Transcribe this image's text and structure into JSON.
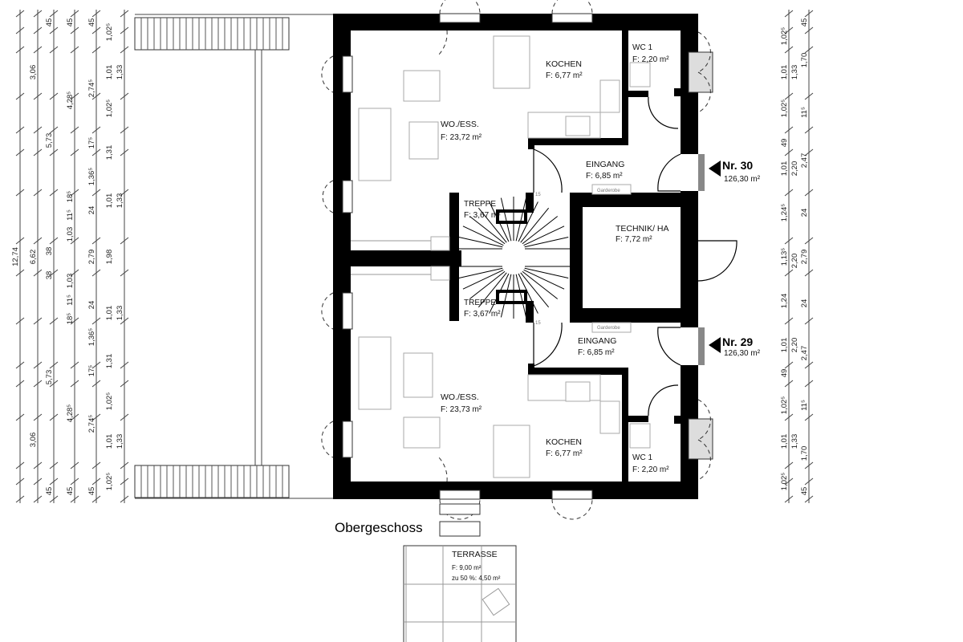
{
  "plan": {
    "floor_title": "Obergeschoss",
    "units": [
      {
        "number": "Nr. 30",
        "area": "126,30 m²"
      },
      {
        "number": "Nr. 29",
        "area": "126,30 m²"
      }
    ],
    "rooms_upper": {
      "kochen": {
        "name": "KOCHEN",
        "area": "F: 6,77 m²"
      },
      "wc": {
        "name": "WC 1",
        "area": "F: 2,20 m²"
      },
      "wohnen": {
        "name": "WO./ESS.",
        "area": "F: 23,72 m²"
      },
      "eingang": {
        "name": "EINGANG",
        "area": "F: 6,85 m²"
      },
      "garderobe": "Garderobe",
      "treppe": {
        "name": "TREPPE",
        "area": "F: 3,67 m²"
      },
      "stair_steps": "15"
    },
    "technik": {
      "name": "TECHNIK/ HA",
      "area": "F: 7,72 m²"
    },
    "rooms_lower": {
      "kochen": {
        "name": "KOCHEN",
        "area": "F: 6,77 m²"
      },
      "wc": {
        "name": "WC 1",
        "area": "F: 2,20 m²"
      },
      "wohnen": {
        "name": "WO./ESS.",
        "area": "F: 23,73 m²"
      },
      "eingang": {
        "name": "EINGANG",
        "area": "F: 6,85 m²"
      },
      "garderobe": "Garderobe",
      "treppe": {
        "name": "TREPPE",
        "area": "F: 3,67 m²"
      },
      "stair_steps": "15"
    },
    "terrasse": {
      "name": "TERRASSE",
      "area": "F: 9,00 m²",
      "share": "zu 50 %: 4,50 m²"
    }
  },
  "dimensions": {
    "left": [
      [
        "12,74"
      ],
      [
        "3,06",
        "6,62",
        "3,06"
      ],
      [
        "45",
        "5,73",
        "38",
        "38",
        "5,73",
        "45"
      ],
      [
        "45",
        "4,28⁵",
        "18⁵",
        "11⁵",
        "1,03",
        "1,03",
        "11⁵",
        "18⁵",
        "4,28⁵",
        "45"
      ],
      [
        "45",
        "2,74⁵",
        "17⁵",
        "1,36⁵",
        "24",
        "2,79",
        "24",
        "1,36⁵",
        "17⁵",
        "2,74⁵",
        "45"
      ],
      [
        "1,02⁵",
        "1,01",
        "1,02⁵",
        "1,31",
        "1,01",
        "1,98",
        "1,01",
        "1,31",
        "1,02⁵",
        "1,01",
        "1,02⁵"
      ],
      [
        "1,33",
        "1,33",
        "1,33",
        "1,33"
      ]
    ],
    "right": [
      [
        "1,02⁵",
        "1,01",
        "1,02⁵",
        "49",
        "1,01",
        "1,24⁵",
        "1,13⁵",
        "1,24",
        "1,01",
        "49",
        "1,02⁵",
        "1,01",
        "1,02⁵"
      ],
      [
        "1,33",
        "2,20",
        "2,20",
        "2,20",
        "1,33"
      ],
      [
        "45",
        "1,70",
        "11⁵",
        "2,47",
        "24",
        "2,79",
        "24",
        "2,47",
        "11⁵",
        "1,70",
        "45"
      ]
    ]
  }
}
